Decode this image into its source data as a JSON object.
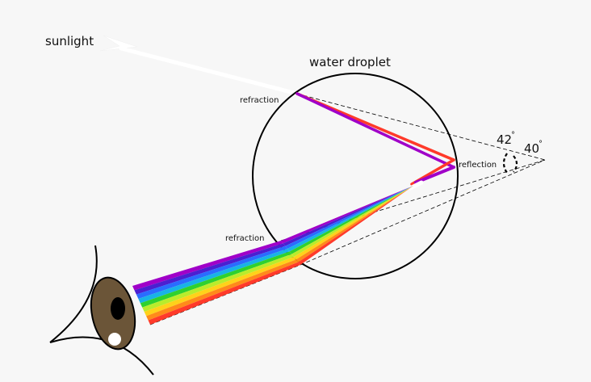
{
  "labels": {
    "sunlight": "sunlight",
    "droplet": "water droplet",
    "refraction_in": "refraction",
    "reflection": "reflection",
    "refraction_out": "refraction",
    "angle_42": "42",
    "angle_40": "40",
    "degree": "°"
  },
  "colors": {
    "background": "#f7f7f7",
    "outline": "#000000",
    "sun_ray": "#ffffff",
    "eye_iris": "#6b5538",
    "eye_pupil": "#000000",
    "eye_highlight": "#ffffff"
  },
  "spectrum": [
    {
      "color": "#a000c8"
    },
    {
      "color": "#4b1fd1"
    },
    {
      "color": "#2a6cff"
    },
    {
      "color": "#19b3e6"
    },
    {
      "color": "#2fd12f"
    },
    {
      "color": "#b9ec2c"
    },
    {
      "color": "#ffd21a"
    },
    {
      "color": "#ff8a1a"
    },
    {
      "color": "#ff3a2a"
    }
  ]
}
